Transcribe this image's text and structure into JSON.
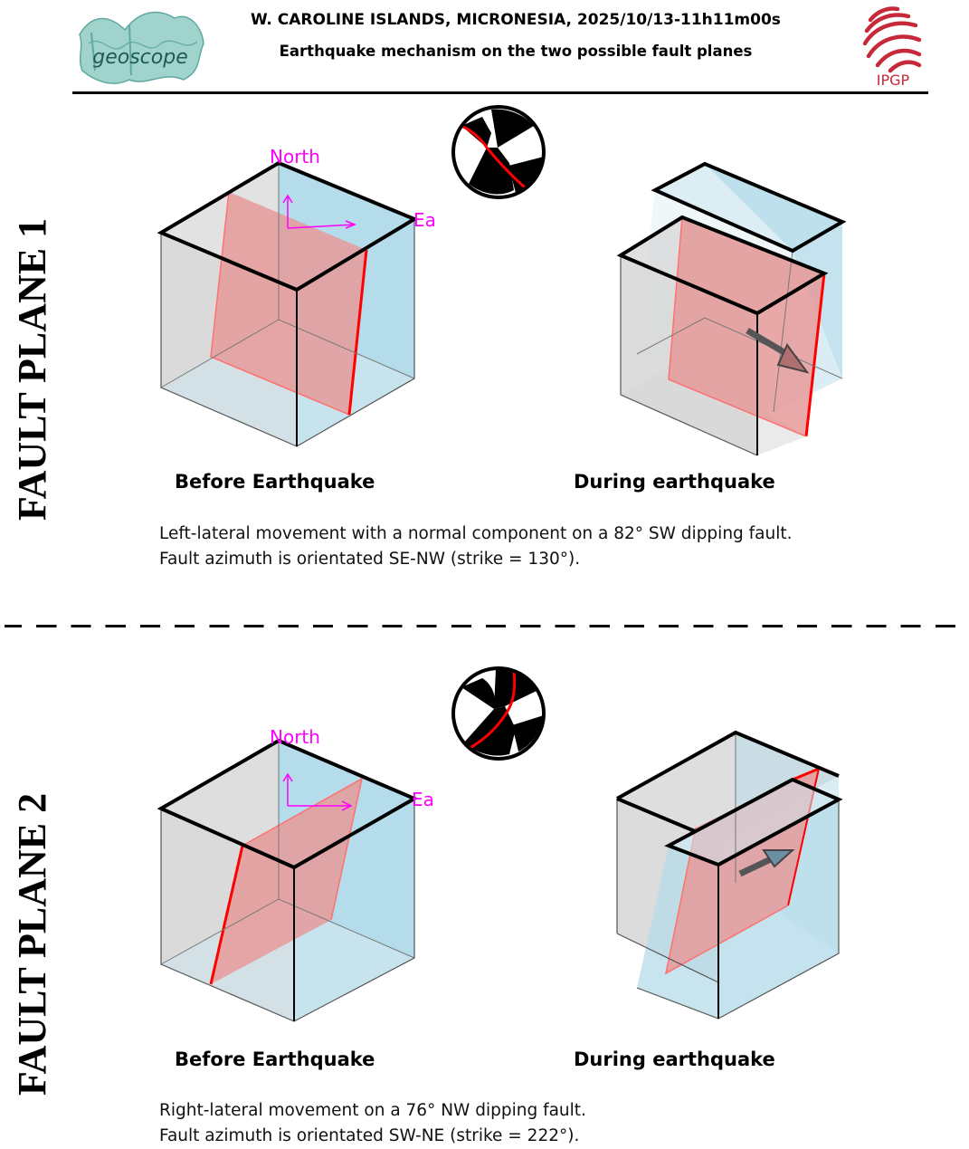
{
  "header": {
    "title": "W. CAROLINE ISLANDS, MICRONESIA, 2025/10/13-11h11m00s",
    "subtitle": "Earthquake mechanism on the two possible fault planes",
    "left_logo_text": "geoscope",
    "right_logo_text": "IPGP"
  },
  "colors": {
    "fault": "#e8a0a0",
    "fault_edge": "#ff0000",
    "block_left": "#d0d0d0",
    "block_right": "#b5dcea",
    "axis": "#ff00ff"
  },
  "panels": [
    {
      "side_label": "FAULT PLANE 1",
      "north_label": "North",
      "east_label": "East",
      "before_caption": "Before Earthquake",
      "during_caption": "During earthquake",
      "desc_line1": "Left-lateral movement with a normal component on a 82° SW dipping fault.",
      "desc_line2": "Fault azimuth is orientated SE-NW (strike = 130°)."
    },
    {
      "side_label": "FAULT PLANE 2",
      "north_label": "North",
      "east_label": "East",
      "before_caption": "Before Earthquake",
      "during_caption": "During earthquake",
      "desc_line1": "Right-lateral movement on a 76° NW dipping fault.",
      "desc_line2": "Fault azimuth is orientated SW-NE (strike = 222°)."
    }
  ]
}
